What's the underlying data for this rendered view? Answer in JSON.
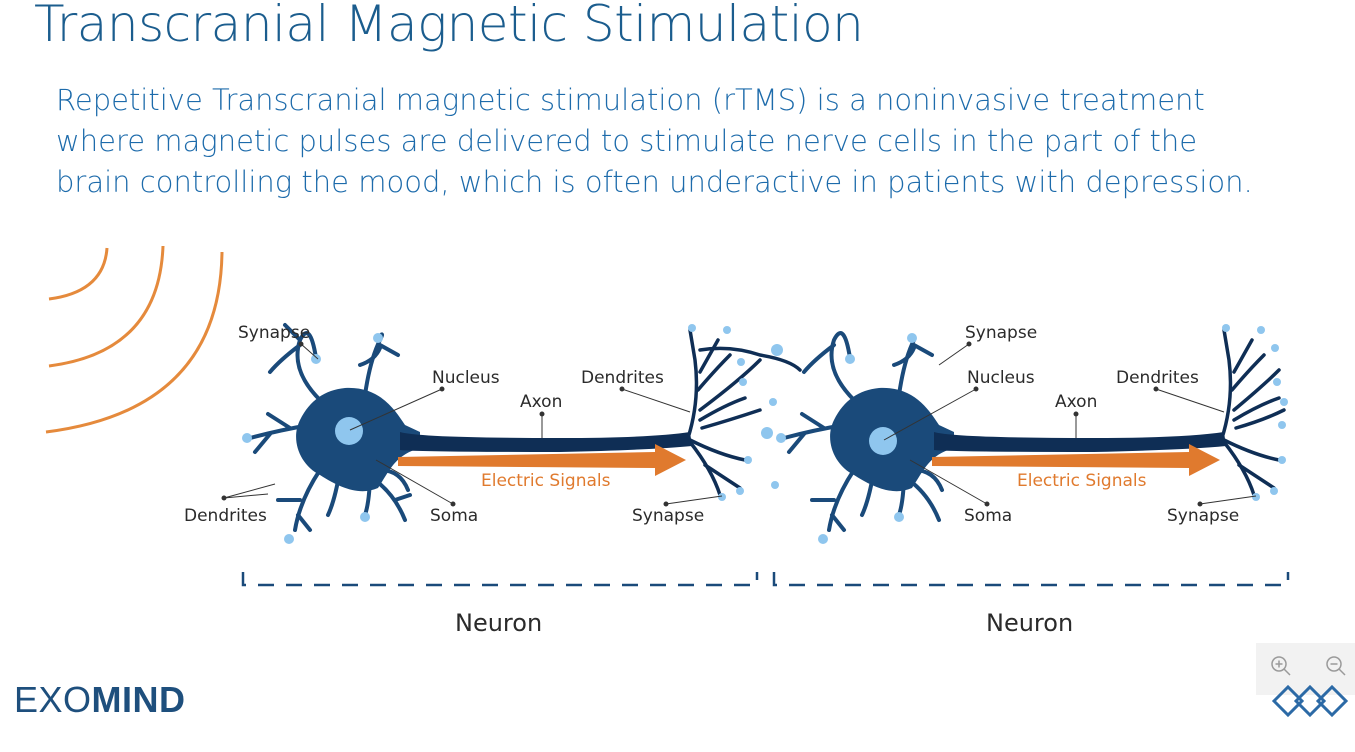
{
  "slide": {
    "title": "Transcranial Magnetic Stimulation",
    "lead_lines": [
      "Repetitive Transcranial magnetic stimulation (rTMS) is a noninvasive treatment",
      "where magnetic pulses are delivered to stimulate nerve cells in the part of the",
      "brain controlling the mood, which is often underactive in patients with depression."
    ]
  },
  "diagram": {
    "neurons": [
      {
        "synapse_top": "Synapse",
        "nucleus": "Nucleus",
        "dendrites_right": "Dendrites",
        "axon": "Axon",
        "electric_signals": "Electric Signals",
        "dendrites_left": "Dendrites",
        "soma": "Soma",
        "synapse_bottom": "Synapse",
        "caption": "Neuron"
      },
      {
        "synapse_top": "Synapse",
        "nucleus": "Nucleus",
        "dendrites_right": "Dendrites",
        "axon": "Axon",
        "electric_signals": "Electric Signals",
        "soma": "Soma",
        "synapse_bottom": "Synapse",
        "caption": "Neuron"
      }
    ],
    "colors": {
      "neuron_body": "#1a4a7a",
      "axon": "#0f2e55",
      "nucleus": "#8fc6ee",
      "terminal": "#8fc6ee",
      "signal_arrow": "#e07a2e",
      "waves": "#e58a3c",
      "bracket": "#1a4a7a"
    }
  },
  "brand": {
    "prefix": "EXO",
    "suffix": "MIND"
  },
  "zoom_controls": {
    "zoom_in_icon": "zoom-in-icon",
    "zoom_out_icon": "zoom-out-icon",
    "logo_icon": "diamond-logo-icon"
  }
}
